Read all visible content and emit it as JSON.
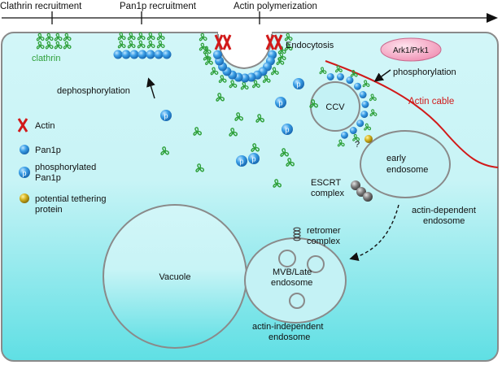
{
  "timeline": {
    "steps": [
      "Clathrin recruitment",
      "Pan1p recruitment",
      "Actin polymerization"
    ]
  },
  "labels": {
    "clathrin": "clathrin",
    "endocytosis": "Endocytosis",
    "kinase": "Ark1/Prk1",
    "phosphorylation": "phosphorylation",
    "dephosphorylation": "dephosphorylation",
    "actin_cable": "Actin cable",
    "ccv": "CCV",
    "question": "?",
    "early_endosome": [
      "early",
      "endosome"
    ],
    "escrt": [
      "ESCRT",
      "complex"
    ],
    "actin_dependent": [
      "actin-dependent",
      "endosome"
    ],
    "retromer": [
      "retromer",
      "complex"
    ],
    "vacuole": "Vacuole",
    "mvb": [
      "MVB/Late",
      "endosome"
    ],
    "actin_independent": [
      "actin-independent",
      "endosome"
    ],
    "p_letter": "p"
  },
  "legend": [
    {
      "icon": "actin",
      "lines": [
        "Actin"
      ]
    },
    {
      "icon": "pan1p",
      "lines": [
        "Pan1p"
      ]
    },
    {
      "icon": "phospho-pan1p",
      "lines": [
        "phosphorylated",
        "Pan1p"
      ]
    },
    {
      "icon": "tether",
      "lines": [
        "potential tethering",
        "protein"
      ]
    }
  ],
  "colors": {
    "cell_top": "#d2f6f8",
    "cell_bottom": "#5fdfe4",
    "membrane": "#8a8a8a",
    "clathrin": "#2ea03a",
    "pan1p": "#2a8fd8",
    "actin": "#d11a1a",
    "kinase": "#f59ab8",
    "tether": "#c9a414",
    "escrt": "#555555"
  }
}
